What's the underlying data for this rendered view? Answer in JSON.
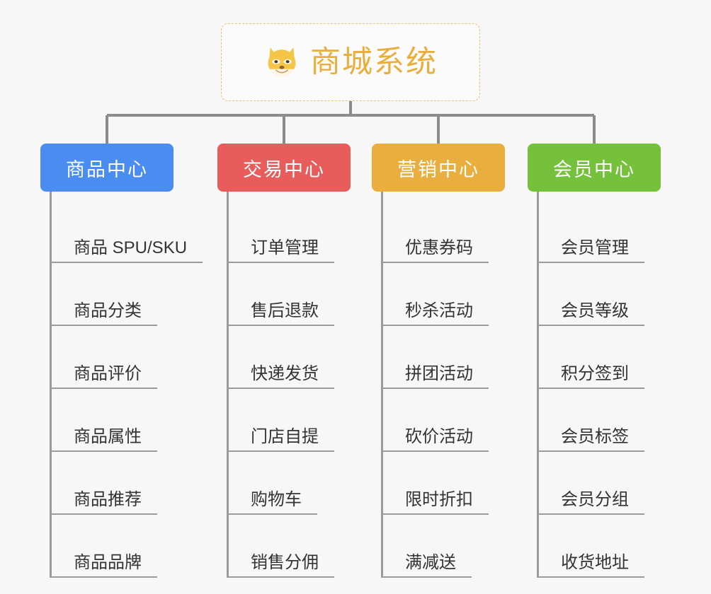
{
  "root": {
    "title": "商城系统",
    "icon": "shiba-dog-icon",
    "border_color": "#f0c066",
    "text_color": "#e9ae3e",
    "background": "#fbfbfb"
  },
  "canvas": {
    "background": "#f7f7f7",
    "connector_color": "#8c8c8c",
    "leaf_line_color": "#9b9b9b"
  },
  "branches": [
    {
      "label": "商品中心",
      "color": "#4a8cf0",
      "items": [
        "商品 SPU/SKU",
        "商品分类",
        "商品评价",
        "商品属性",
        "商品推荐",
        "商品品牌"
      ]
    },
    {
      "label": "交易中心",
      "color": "#e85c5c",
      "items": [
        "订单管理",
        "售后退款",
        "快递发货",
        "门店自提",
        "购物车",
        "销售分佣"
      ]
    },
    {
      "label": "营销中心",
      "color": "#e9ae3e",
      "items": [
        "优惠券码",
        "秒杀活动",
        "拼团活动",
        "砍价活动",
        "限时折扣",
        "满减送"
      ]
    },
    {
      "label": "会员中心",
      "color": "#76c13b",
      "items": [
        "会员管理",
        "会员等级",
        "积分签到",
        "会员标签",
        "会员分组",
        "收货地址"
      ]
    }
  ]
}
